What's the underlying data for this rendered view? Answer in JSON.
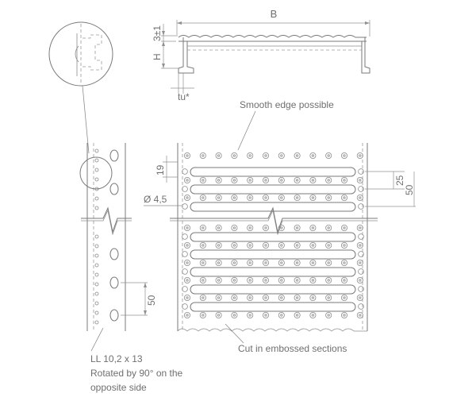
{
  "labels": {
    "dim_B": "B",
    "dim_3": "3±1",
    "dim_H": "H",
    "dim_tu": "tu*",
    "smooth_edge": "Smooth edge possible",
    "dim_19": "19",
    "dim_dia": "Ø 4,5",
    "dim_25": "25",
    "dim_50_right": "50",
    "dim_50_left": "50",
    "cut_note": "Cut in embossed sections",
    "ll_line1": "LL 10,2 x 13",
    "ll_line2": "Rotated by 90° on the",
    "ll_line3": "opposite side"
  }
}
